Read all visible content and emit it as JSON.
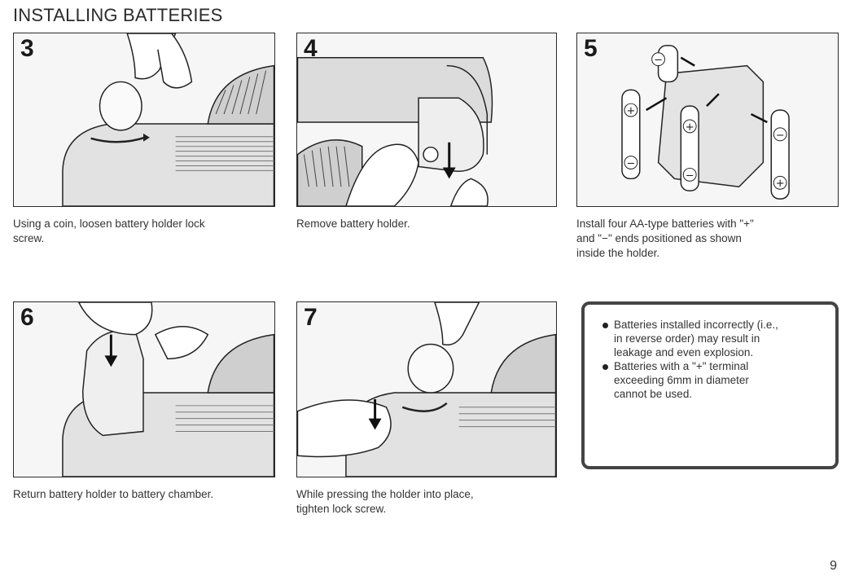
{
  "page": {
    "title": "INSTALLING BATTERIES",
    "page_number": "9"
  },
  "steps": [
    {
      "number": "3",
      "caption_lines": [
        "Using a coin, loosen battery holder lock",
        "screw."
      ]
    },
    {
      "number": "4",
      "caption_lines": [
        "Remove battery holder."
      ]
    },
    {
      "number": "5",
      "caption_lines": [
        "Install four AA-type batteries with \"+\"",
        "and \"−\" ends positioned as shown",
        "inside the holder."
      ]
    },
    {
      "number": "6",
      "caption_lines": [
        "Return battery holder to battery chamber."
      ]
    },
    {
      "number": "7",
      "caption_lines": [
        "While pressing the holder into place,",
        "tighten lock screw."
      ]
    }
  ],
  "warning": {
    "items": [
      [
        "Batteries installed incorrectly (i.e.,",
        "in reverse order) may result in",
        "leakage and even explosion."
      ],
      [
        "Batteries with a \"+\" terminal",
        "exceeding 6mm in diameter",
        "cannot be used."
      ]
    ]
  },
  "colors": {
    "ink": "#2a2a2a",
    "panel_bg": "#f6f6f6",
    "screen_tone": "#bdbdbd"
  }
}
